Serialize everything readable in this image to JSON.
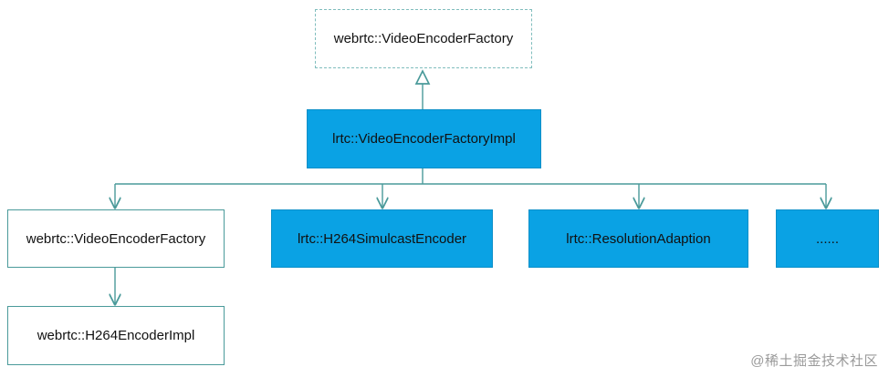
{
  "diagram": {
    "interface": "webrtc::VideoEncoderFactory",
    "impl": "lrtc::VideoEncoderFactoryImpl",
    "children": [
      "webrtc::VideoEncoderFactory",
      "lrtc::H264SimulcastEncoder",
      "lrtc::ResolutionAdaption",
      "......"
    ],
    "grandchild": "webrtc::H264EncoderImpl"
  },
  "colors": {
    "filled": "#0aa2e4",
    "line": "#4a9a9a",
    "dashed_border": "#7fbdbd"
  },
  "watermark": "@稀土掘金技术社区"
}
